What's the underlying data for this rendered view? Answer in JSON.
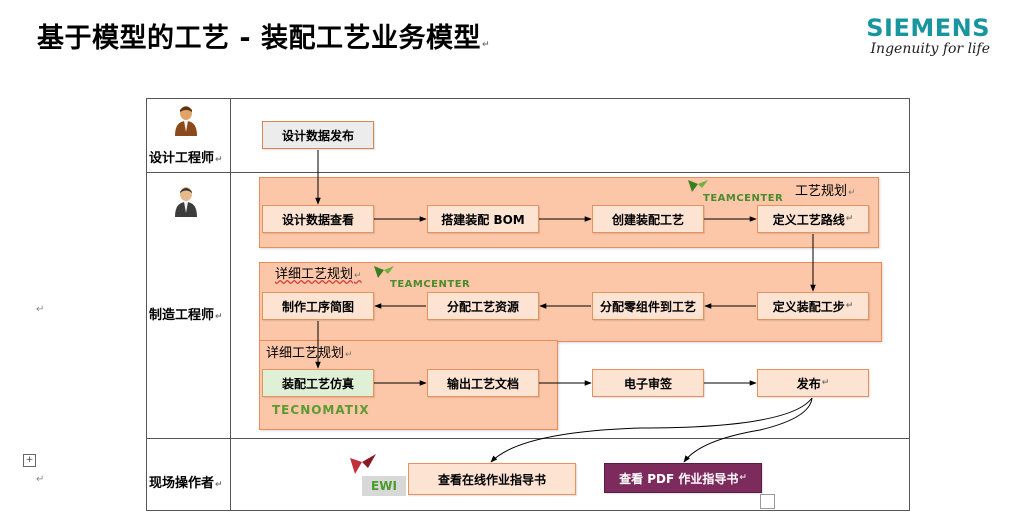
{
  "title": "基于模型的工艺 - 装配工艺业务模型",
  "brand": {
    "name": "SIEMENS",
    "tagline": "Ingenuity for life"
  },
  "rows": {
    "designer": "设计工程师",
    "manufacturing": "制造工程师",
    "operator": "现场操作者"
  },
  "bands": {
    "process_planning": "工艺规划",
    "detailed_planning_tc": "详细工艺规划",
    "detailed_planning_tx": "详细工艺规划"
  },
  "logos": {
    "teamcenter": "TEAMCENTER",
    "tecnomatix": "TECNOMATIX",
    "ewi": "EWI"
  },
  "boxes": {
    "publish_design_data": "设计数据发布",
    "view_design_data": "设计数据查看",
    "build_assembly_bom": "搭建装配 BOM",
    "create_assembly_process": "创建装配工艺",
    "define_process_route": "定义工艺路线",
    "define_assembly_steps": "定义装配工步",
    "assign_parts_to_process": "分配零组件到工艺",
    "assign_process_resources": "分配工艺资源",
    "make_process_sketch": "制作工序简图",
    "assembly_simulation": "装配工艺仿真",
    "output_process_docs": "输出工艺文档",
    "electronic_signoff": "电子审签",
    "release": "发布",
    "view_online_instructions": "查看在线作业指导书",
    "view_pdf_instructions": "查看 PDF 作业指导书"
  },
  "colors": {
    "brand": "#19959f",
    "band_fill": "#fbc7a8",
    "box_fill": "#fde3d2",
    "box_border": "#e6925f",
    "purple_box": "#7c2b5c"
  }
}
